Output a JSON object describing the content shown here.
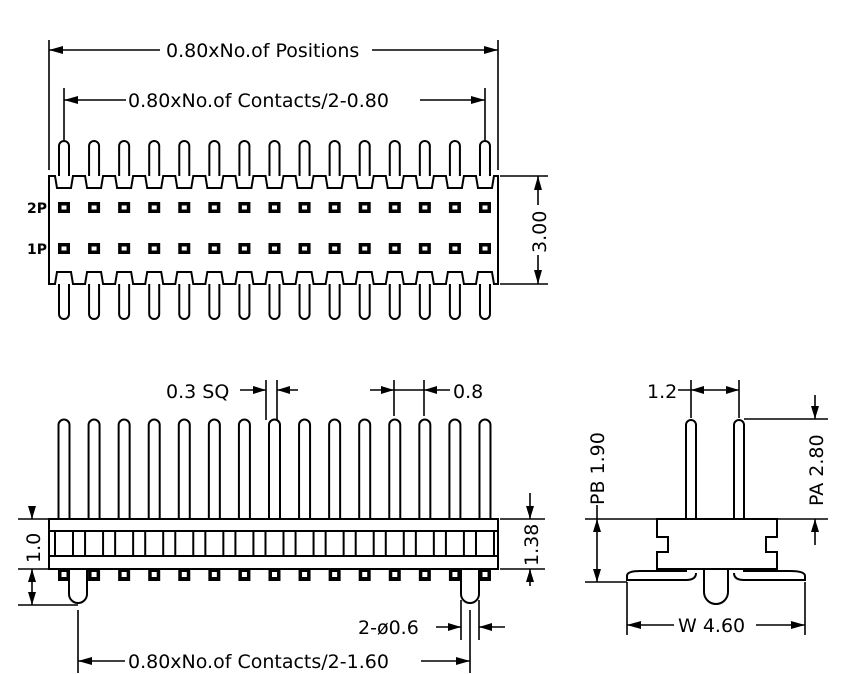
{
  "top_view": {
    "dim_positions": "0.80xNo.of Positions",
    "dim_contacts": "0.80xNo.of Contacts/2-0.80",
    "dim_height": "3.00",
    "row_label_2": "2P",
    "row_label_1": "1P",
    "pin_count": 15
  },
  "front_view": {
    "dim_square": "0.3 SQ",
    "dim_pitch": "0.8",
    "dim_left": "1.0",
    "dim_right": "1.38",
    "dim_peg": "2-ø0.6",
    "dim_bottom": "0.80xNo.of Contacts/2-1.60",
    "pin_count": 15
  },
  "side_view": {
    "dim_pitch": "1.2",
    "dim_pb": "PB 1.90",
    "dim_pa": "PA 2.80",
    "dim_width": "W 4.60"
  }
}
